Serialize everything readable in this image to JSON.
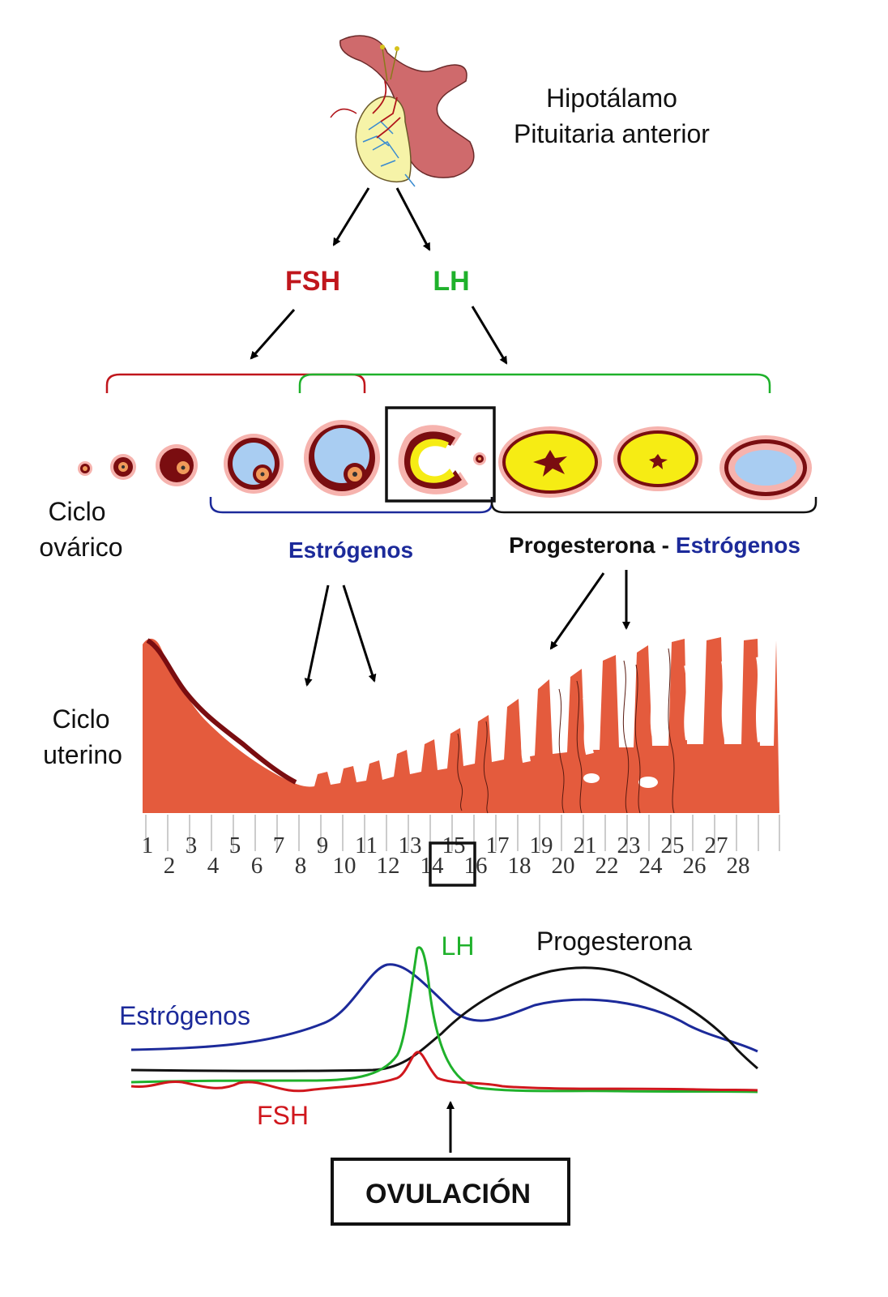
{
  "header": {
    "gland_line1": "Hipotálamo",
    "gland_line2": "Pituitaria anterior"
  },
  "hormones": {
    "fsh": "FSH",
    "lh": "LH"
  },
  "ovarian": {
    "label_line1": "Ciclo",
    "label_line2": "ovárico",
    "estrogen_label": "Estrógenos",
    "progesterone_label": "Progesterona",
    "separator": "-",
    "estrogen_label_2": "Estrógenos"
  },
  "uterine": {
    "label_line1": "Ciclo",
    "label_line2": "uterino"
  },
  "days": {
    "top_row": [
      "1",
      "3",
      "5",
      "7",
      "9",
      "11",
      "13",
      "15",
      "17",
      "19",
      "21",
      "23",
      "25",
      "27"
    ],
    "bottom_row": [
      "2",
      "4",
      "6",
      "8",
      "10",
      "12",
      "14",
      "16",
      "18",
      "20",
      "22",
      "24",
      "26",
      "28"
    ],
    "highlighted": "14"
  },
  "graph": {
    "lh": "LH",
    "progesterone": "Progesterona",
    "estrogen": "Estrógenos",
    "fsh": "FSH"
  },
  "ovulation": "OVULACIÓN",
  "colors": {
    "fsh": "#c0161c",
    "lh": "#1fb12b",
    "estrogen": "#1c2a9a",
    "progesterone": "#111111",
    "endometrium": "#e45b3d",
    "follicle_fluid": "#a9cdf2",
    "corpus_luteum": "#f6ec14"
  }
}
